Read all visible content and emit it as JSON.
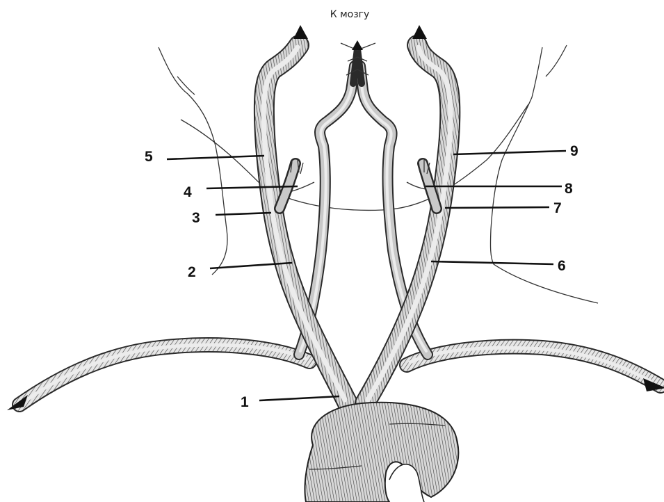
{
  "diagram": {
    "title": "К мозгу",
    "labels": [
      {
        "id": "1",
        "text": "1"
      },
      {
        "id": "2",
        "text": "2"
      },
      {
        "id": "3",
        "text": "3"
      },
      {
        "id": "4",
        "text": "4"
      },
      {
        "id": "5",
        "text": "5"
      },
      {
        "id": "6",
        "text": "6"
      },
      {
        "id": "7",
        "text": "7"
      },
      {
        "id": "8",
        "text": "8"
      },
      {
        "id": "9",
        "text": "9"
      }
    ]
  }
}
